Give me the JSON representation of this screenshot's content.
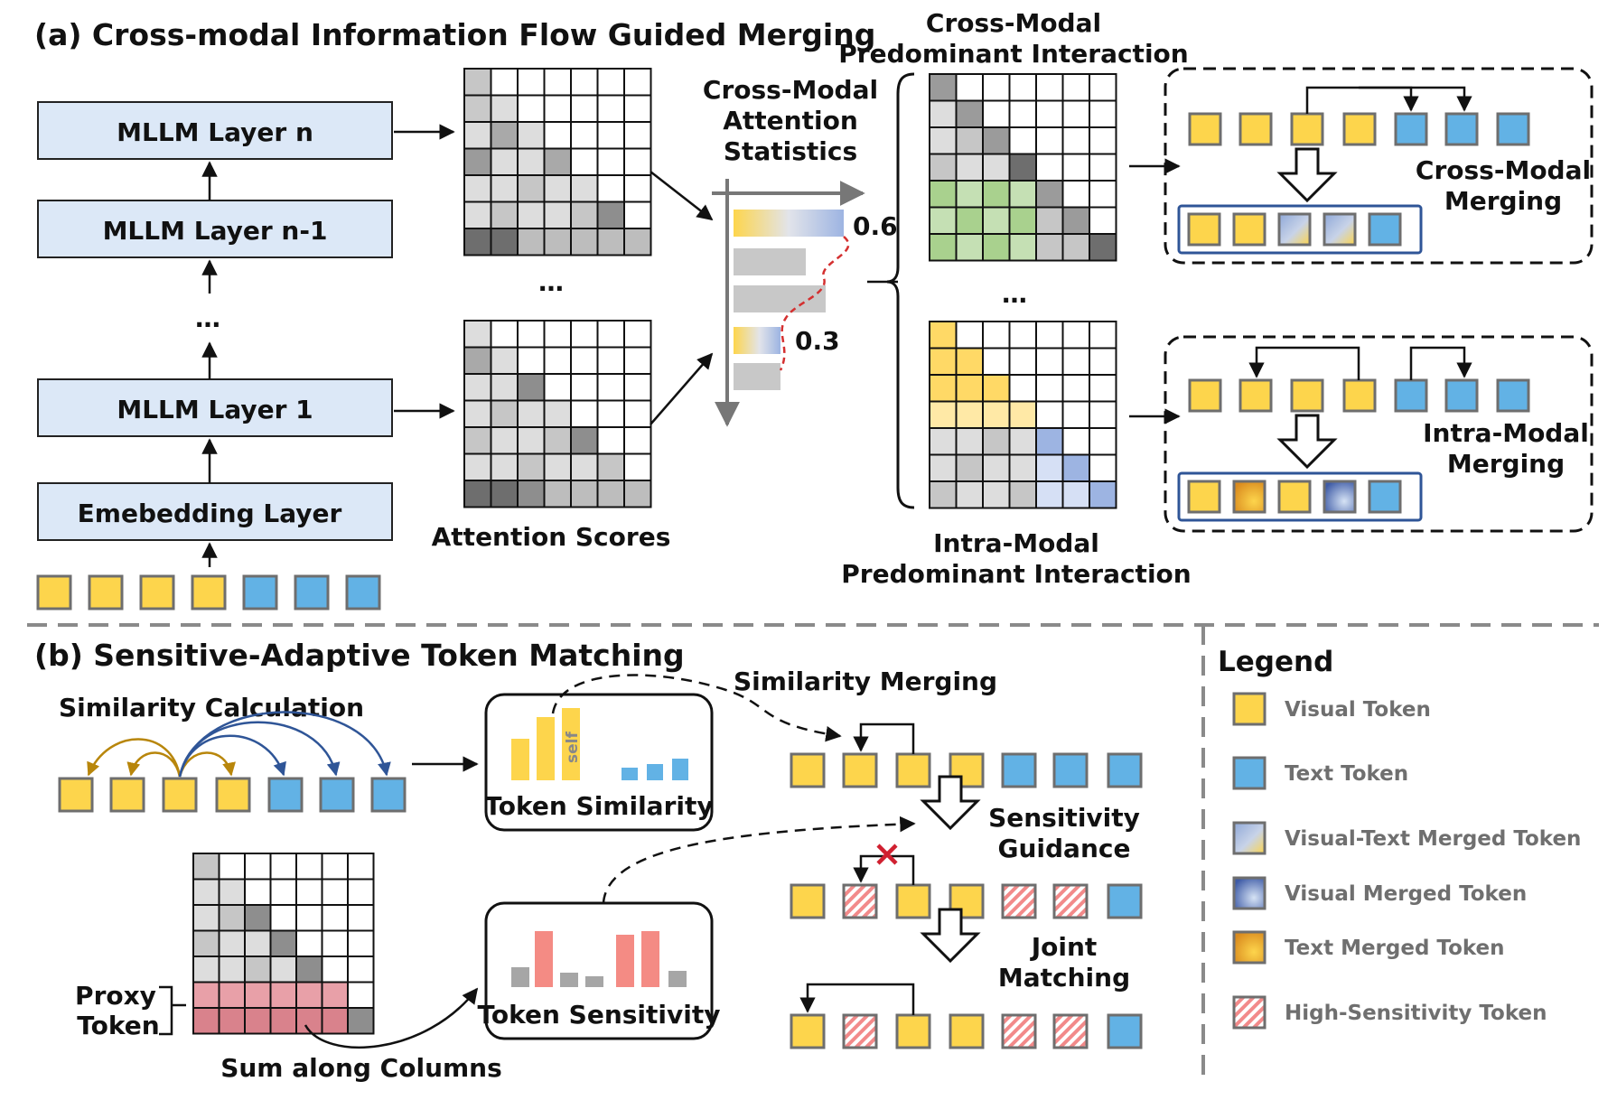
{
  "section_a": {
    "title": "(a) Cross-modal Information Flow Guided Merging",
    "layers": [
      "MLLM Layer n",
      "MLLM Layer n-1",
      "…",
      "MLLM Layer 1",
      "Emebedding Layer"
    ],
    "attention_scores_label": "Attention Scores",
    "ellipsis": "…",
    "stats_title": [
      "Cross-Modal",
      "Attention",
      "Statistics"
    ],
    "stat_high": "0.6",
    "stat_low": "0.3",
    "cross_interaction_title": [
      "Cross-Modal",
      "Predominant Interaction"
    ],
    "intra_interaction_title": [
      "Intra-Modal",
      "Predominant Interaction"
    ],
    "cross_merging_label": [
      "Cross-Modal",
      "Merging"
    ],
    "intra_merging_label": [
      "Intra-Modal",
      "Merging"
    ]
  },
  "section_b": {
    "title": "(b) Sensitive-Adaptive Token Matching",
    "similarity_calculation": "Similarity Calculation",
    "token_similarity": "Token Similarity",
    "self_label": "self",
    "similarity_merging": "Similarity Merging",
    "sensitivity_guidance": [
      "Sensitivity",
      "Guidance"
    ],
    "joint_matching": [
      "Joint",
      "Matching"
    ],
    "token_sensitivity": "Token Sensitivity",
    "proxy_token": [
      "Proxy",
      "Token"
    ],
    "sum_along_columns": "Sum along Columns"
  },
  "legend": {
    "title": "Legend",
    "items": [
      {
        "label": "Visual Token",
        "icon": "visual-token-swatch"
      },
      {
        "label": "Text Token",
        "icon": "text-token-swatch"
      },
      {
        "label": "Visual-Text Merged Token",
        "icon": "visual-text-merged-swatch"
      },
      {
        "label": "Visual Merged Token",
        "icon": "visual-merged-swatch"
      },
      {
        "label": "Text Merged Token",
        "icon": "text-merged-swatch"
      },
      {
        "label": "High-Sensitivity Token",
        "icon": "high-sensitivity-swatch"
      }
    ]
  },
  "colors": {
    "visual": "#FDD54C",
    "text": "#62B2E5",
    "layer_box": "#DCE8F7",
    "proxy_row": "#E8A0A8",
    "sensitivity_bar": "#F48B84",
    "green_cell": "#A9D18E",
    "merge_outline": "#2F5597"
  }
}
